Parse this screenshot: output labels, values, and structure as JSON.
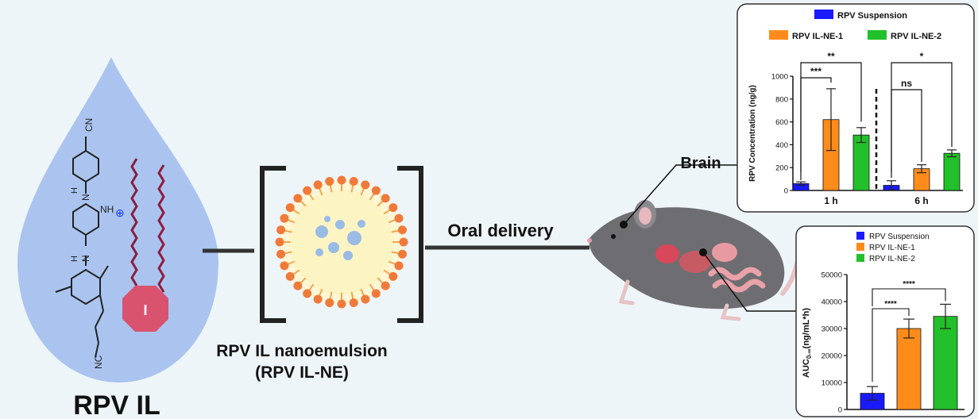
{
  "left_panel": {
    "title": "RPV IL",
    "cation_labels": {
      "nitrile_top": "CN",
      "nh_1": "H",
      "nh_1n": "N",
      "nh_2": "H",
      "nh_2n": "N",
      "ring_nh": "NH",
      "charge": "⊕",
      "nitrile_bottom": "NC"
    },
    "anion_label": "I"
  },
  "middle": {
    "label_line1": "RPV IL nanoemulsion",
    "label_line2": "(RPV IL-NE)",
    "arrow_label": "Oral delivery"
  },
  "mouse": {
    "brain_label": "Brain"
  },
  "colors": {
    "suspension": "#1a1aff",
    "ilne1": "#ff8c1a",
    "ilne2": "#22c02a",
    "drop": "#aac4ef",
    "anion": "#d9536f",
    "chain": "#8b1e3f",
    "nano_core": "#fdf4c4",
    "nano_head": "#f07a3a"
  },
  "chart_data": [
    {
      "type": "bar",
      "ylabel": "RPV Concentration (ng/g)",
      "categories": [
        "1 h",
        "6 h"
      ],
      "ylim": [
        0,
        1000
      ],
      "yticks": [
        "0",
        "200",
        "400",
        "600",
        "800",
        "1000"
      ],
      "series": [
        {
          "name": "RPV Suspension",
          "values": [
            60,
            45
          ],
          "errors": [
            15,
            40
          ]
        },
        {
          "name": "RPV IL-NE-1",
          "values": [
            620,
            190
          ],
          "errors": [
            270,
            35
          ]
        },
        {
          "name": "RPV IL-NE-2",
          "values": [
            485,
            325
          ],
          "errors": [
            65,
            30
          ]
        }
      ],
      "significance": [
        {
          "group": "1 h",
          "label": "***"
        },
        {
          "group": "1 h",
          "label": "**"
        },
        {
          "group": "6 h",
          "label": "ns"
        },
        {
          "group": "6 h",
          "label": "*"
        }
      ],
      "legend": "top"
    },
    {
      "type": "bar",
      "ylabel_main": "AUC",
      "ylabel_sub": "0-∞",
      "ylabel_unit": "(ng/mL*h)",
      "categories": [
        "RPV Suspension",
        "RPV IL-NE-1",
        "RPV IL-NE-2"
      ],
      "values": [
        6000,
        30000,
        34500
      ],
      "errors": [
        2500,
        3500,
        4500
      ],
      "ylim": [
        0,
        50000
      ],
      "yticks": [
        "0",
        "10000",
        "20000",
        "30000",
        "40000",
        "50000"
      ],
      "significance": [
        {
          "label": "****",
          "between": [
            "RPV Suspension",
            "RPV IL-NE-1"
          ]
        },
        {
          "label": "****",
          "between": [
            "RPV Suspension",
            "RPV IL-NE-2"
          ]
        }
      ],
      "legend": "top-left"
    }
  ]
}
